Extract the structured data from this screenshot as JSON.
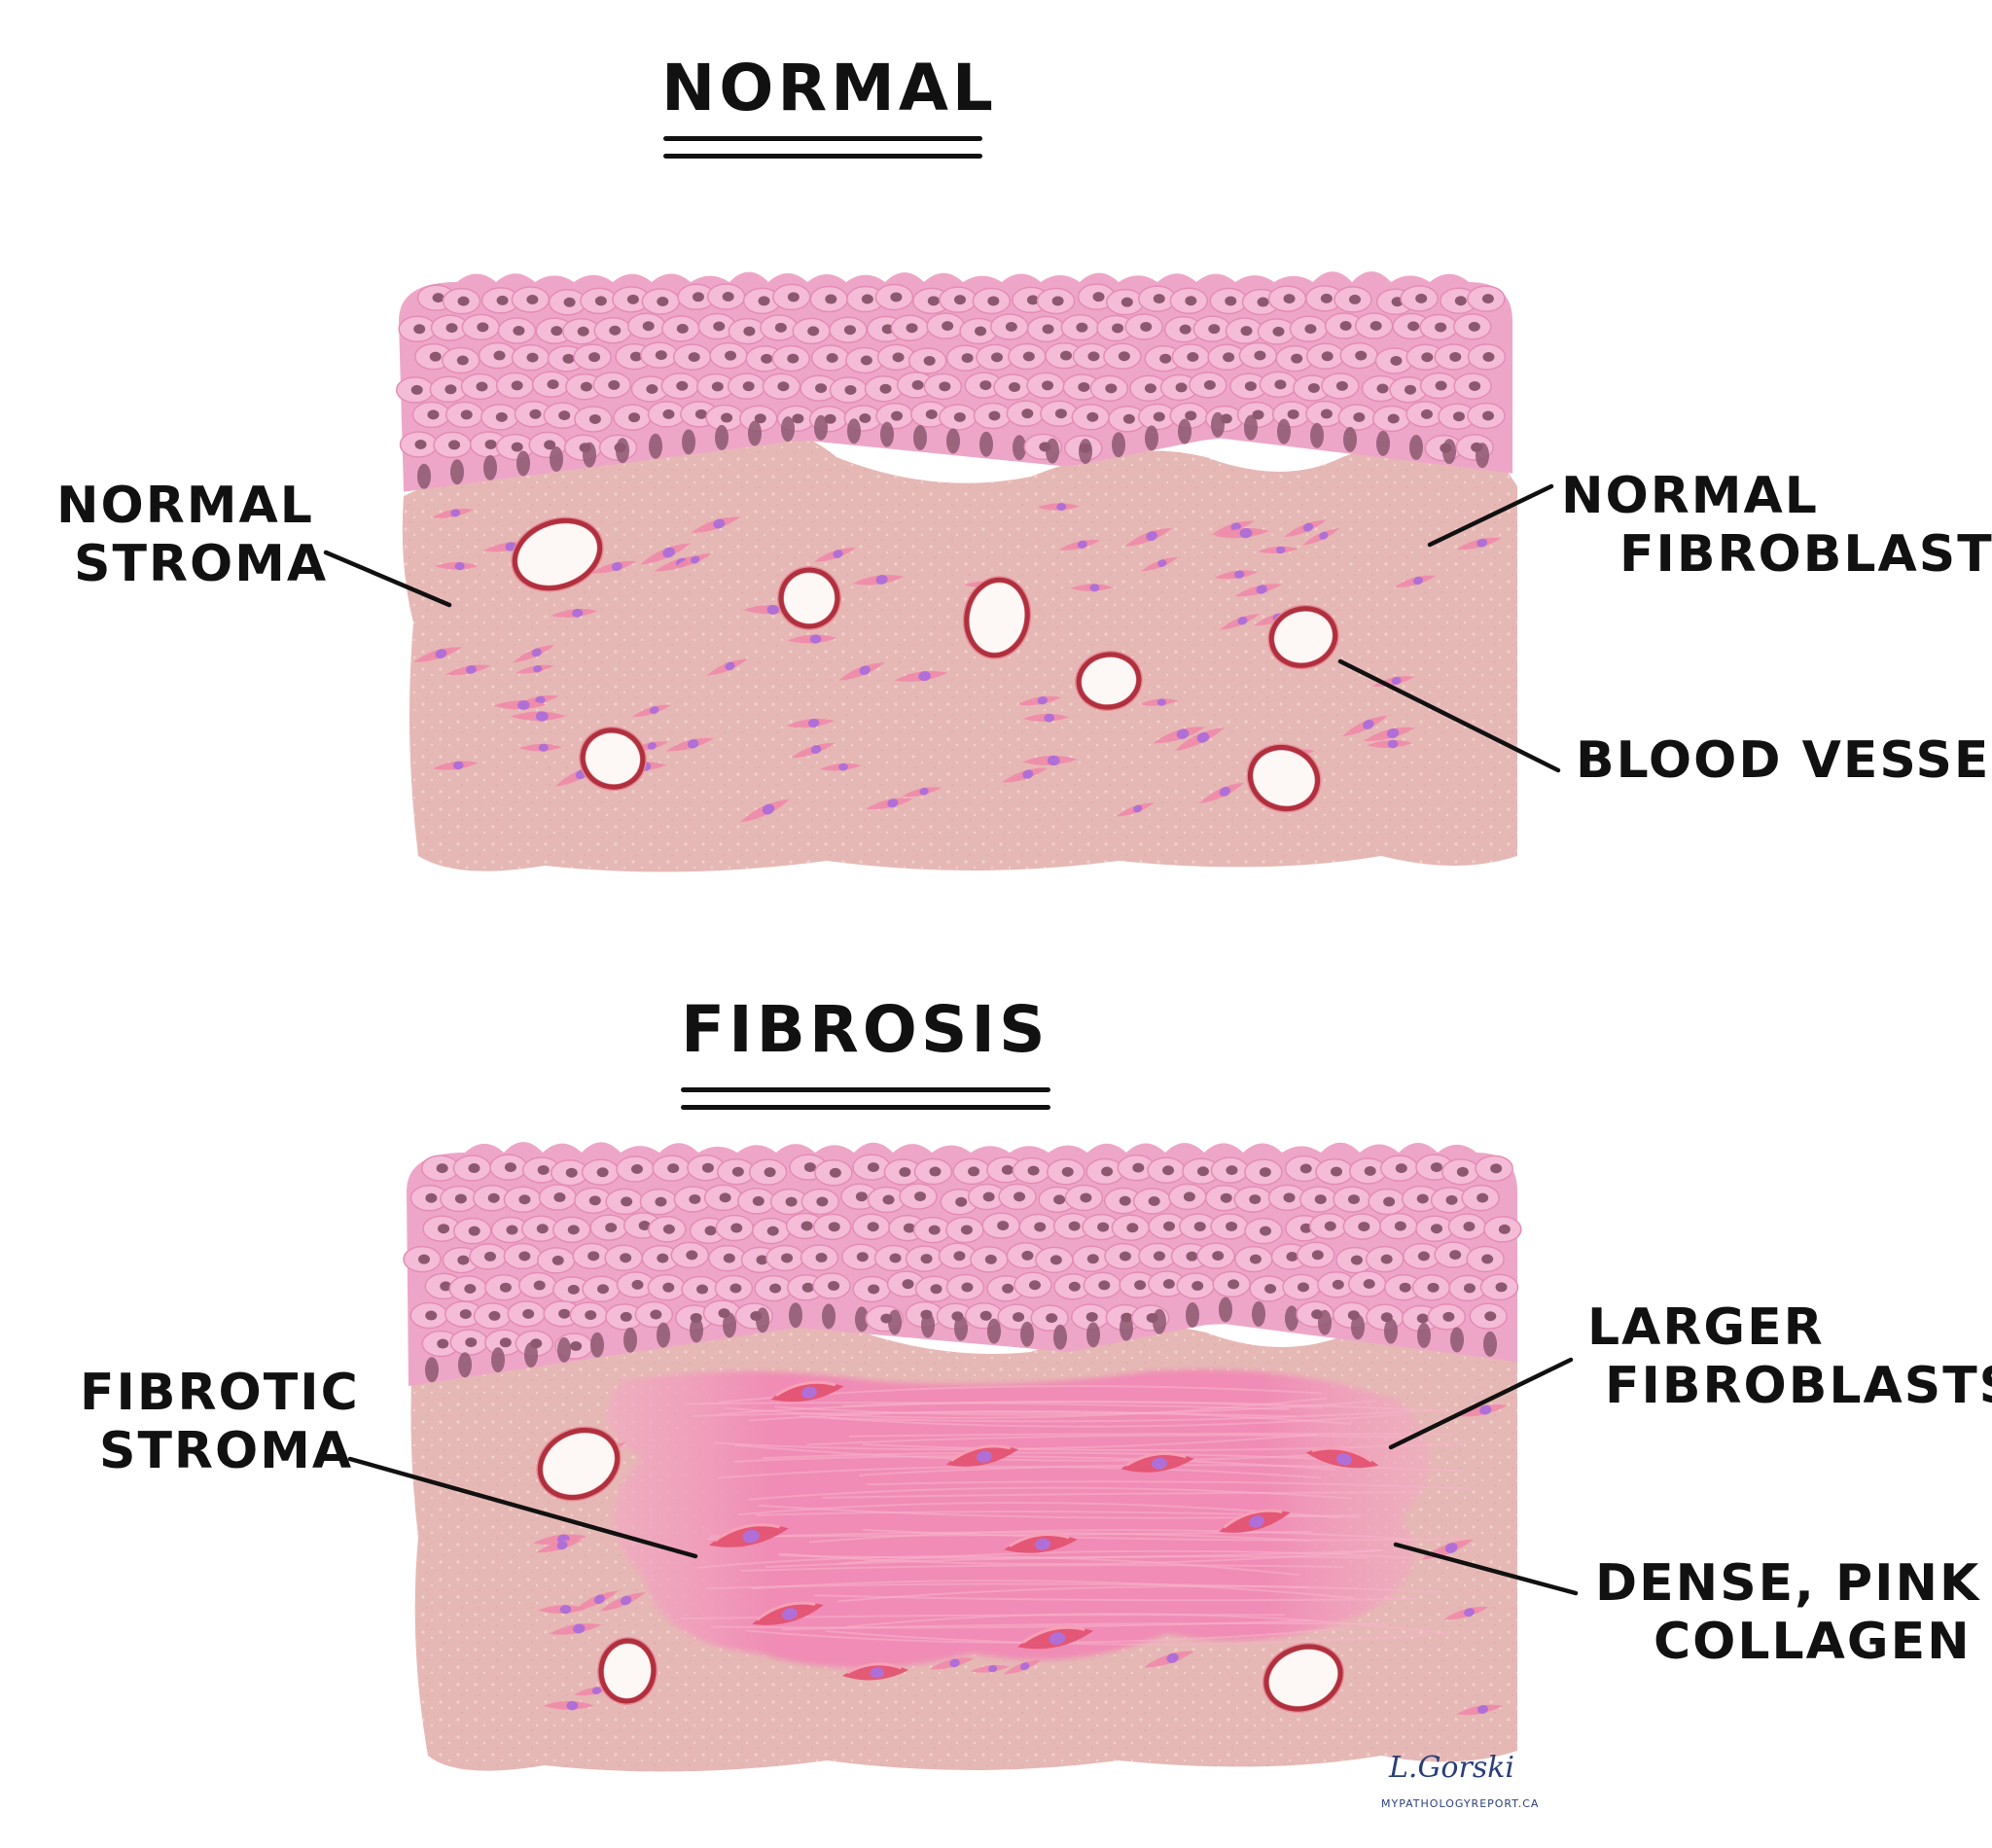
{
  "panels": [
    {
      "title": "NORMAL",
      "labels": {
        "stroma": [
          "NORMAL",
          "STROMA"
        ],
        "fibroblasts": [
          "NORMAL",
          "FIBROBLASTS"
        ],
        "vessels": [
          "BLOOD VESSELS"
        ]
      }
    },
    {
      "title": "FIBROSIS",
      "labels": {
        "stroma": [
          "FIBROTIC",
          "STROMA"
        ],
        "fibroblasts": [
          "LARGER",
          "FIBROBLASTS"
        ],
        "collagen": [
          "DENSE, PINK",
          "COLLAGEN"
        ]
      }
    }
  ],
  "credit": {
    "signature": "L.Gorski",
    "website": "MYPATHOLOGYREPORT.CA"
  },
  "colors": {
    "epithelium": "#eea6c8",
    "nucleus": "#8c5870",
    "stroma": "#e6b8b5",
    "fibroblast": "#f08aa8",
    "fibroblast_nucleus": "#b06fd6",
    "collagen": "#f0a0be",
    "vessel_wall": "#b0303e"
  }
}
